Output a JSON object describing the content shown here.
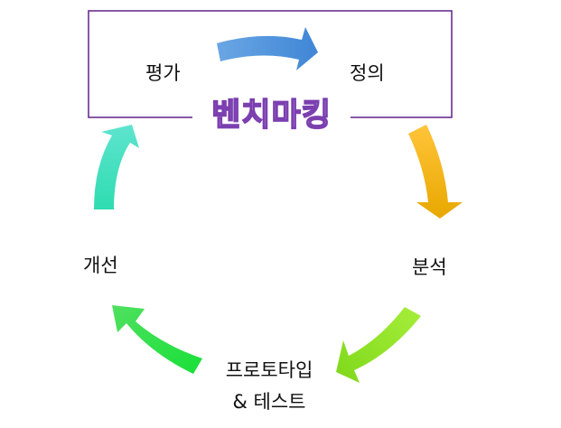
{
  "diagram": {
    "title": "벤치마킹",
    "steps": [
      {
        "id": "define",
        "label": "정의"
      },
      {
        "id": "analyze",
        "label": "분석"
      },
      {
        "id": "prototype",
        "label_line1": "프로토타입",
        "label_line2": "& 테스트"
      },
      {
        "id": "improve",
        "label": "개선"
      },
      {
        "id": "evaluate",
        "label": "평가"
      }
    ],
    "colors": {
      "frame": "#6a2f8f",
      "title_outline": "#7b3fb0",
      "arrow_evaluate_define": "#4a90d9",
      "arrow_define_analyze": "#f2b400",
      "arrow_analyze_prototype": "#8ee020",
      "arrow_prototype_improve": "#22d44a",
      "arrow_improve_evaluate": "#3fd8b8"
    }
  }
}
